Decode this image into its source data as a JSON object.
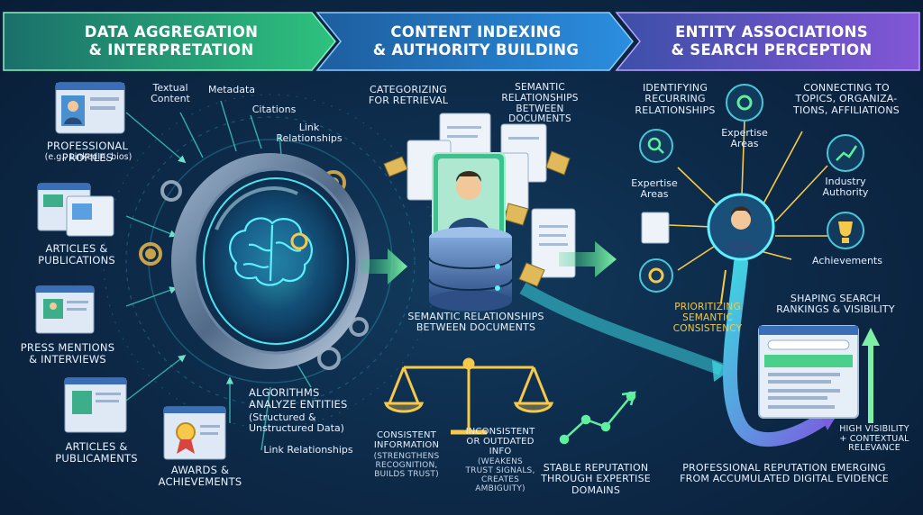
{
  "header": {
    "stage1": "DATA AGGREGATION\n& INTERPRETATION",
    "stage2": "CONTENT INDEXING\n& AUTHORITY BUILDING",
    "stage3": "ENTITY ASSOCIATIONS\n& SEARCH PERCEPTION"
  },
  "sources": {
    "profiles": "PROFESSIONAL PROFILES",
    "profiles_sub": "(e.g., LinkedIn, bios)",
    "articles": "ARTICLES &\nPUBLICATIONS",
    "press": "PRESS MENTIONS\n& INTERVIEWS",
    "articles2": "ARTICLES &\nPUBLICAMENTS",
    "awards": "AWARDS &\nACHIEVEMENTS"
  },
  "signals": {
    "textual": "Textual\nContent",
    "metadata": "Metadata",
    "citations": "Citations",
    "links": "Link\nRelationships",
    "links2": "Link Relationships"
  },
  "algorithms": {
    "title": "ALGORITHMS\nANALYZE ENTITIES",
    "sub": "(Structured &\nUnstructured Data)"
  },
  "indexing": {
    "categorizing": "CATEGORIZING\nFOR RETRIEVAL",
    "semantic_top": "SEMANTIC\nRELATIONSHIPS\nBETWEEN DOCUMENTS",
    "semantic_bottom": "SEMANTIC RELATIONSHIPS\nBETWEEN DOCUMENTS",
    "consistent_title": "CONSISTENT\nINFORMATION",
    "consistent_sub": "(STRENGTHENS\nRECOGNITION,\nBUILDS TRUST)",
    "inconsistent_title": "INCONSISTENT\nOR OUTDATED\nINFO",
    "inconsistent_sub": "(WEAKENS\nTRUST SIGNALS,\nCREATES\nAMBIGUITY)",
    "stable": "STABLE REPUTATION\nTHROUGH EXPERTISE\nDOMAINS"
  },
  "entity": {
    "recurring": "IDENTIFYING\nRECURRING\nRELATIONSHIPS",
    "connecting": "CONNECTING TO\nTOPICS, ORGANIZA-\nTIONS, AFFILIATIONS",
    "expertise_top": "Expertise\nAreas",
    "expertise_left": "Expertise\nAreas",
    "industry": "Industry\nAuthority",
    "achievements": "Achievements",
    "prioritizing": "PRIORITIZING\nSEMANTIC\nCONSISTENCY",
    "shaping": "SHAPING SEARCH\nRANKINGS & VISIBILITY",
    "high_vis": "HIGH VISIBILITY\n+ CONTEXTUAL\nRELEVANCE",
    "emerging": "PROFESSIONAL REPUTATION EMERGING\nFROM ACCUMULATED DIGITAL EVIDENCE"
  },
  "colors": {
    "banner1": "#22b58a",
    "banner2": "#2a7fd0",
    "banner3": "#6e55c9",
    "gold": "#f6c94a",
    "cyan": "#39d3e6",
    "green_arrow": "#6fe08a"
  },
  "icons": [
    "profile-card-icon",
    "article-icon",
    "press-icon",
    "award-icon",
    "brain-icon",
    "gear-icon",
    "lens-icon",
    "database-icon",
    "document-icon",
    "tag-icon",
    "scale-icon",
    "growth-chart-icon",
    "magnifier-icon",
    "trophy-icon",
    "search-results-icon",
    "person-icon"
  ]
}
